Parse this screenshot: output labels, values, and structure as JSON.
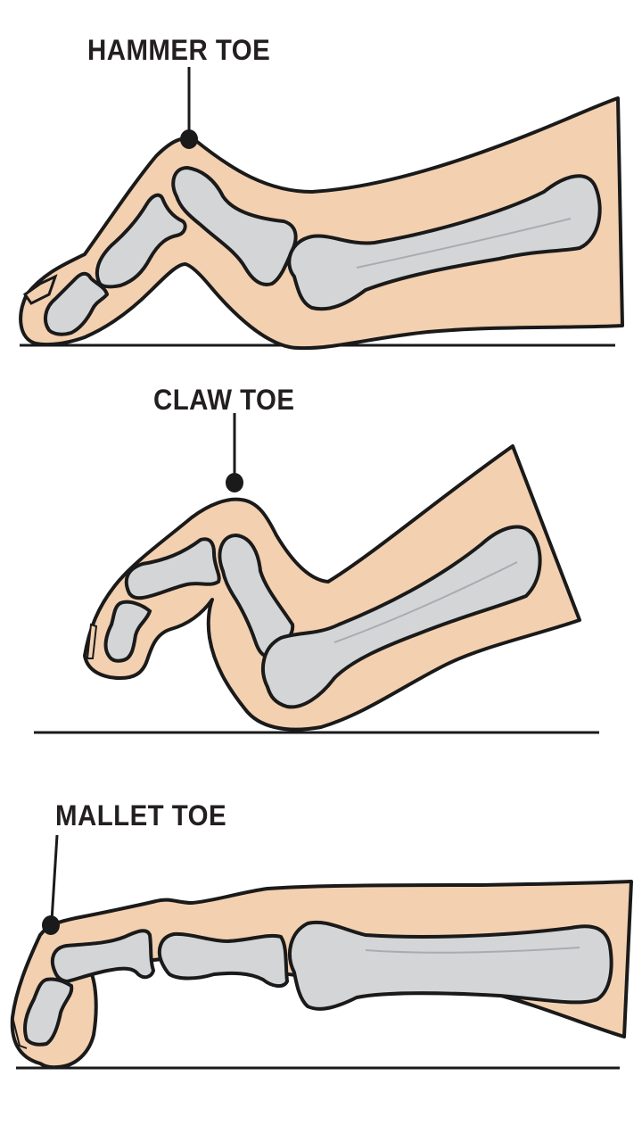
{
  "diagram": {
    "panels": [
      {
        "id": "hammer",
        "label": "HAMMER TOE"
      },
      {
        "id": "claw",
        "label": "CLAW TOE"
      },
      {
        "id": "mallet",
        "label": "MALLET TOE"
      }
    ],
    "colors": {
      "skin": "#F3D0B0",
      "bone": "#D3D5D7",
      "bone_shadow": "#A9ACAF",
      "outline": "#1A1A1A",
      "background": "#FFFFFF"
    }
  }
}
